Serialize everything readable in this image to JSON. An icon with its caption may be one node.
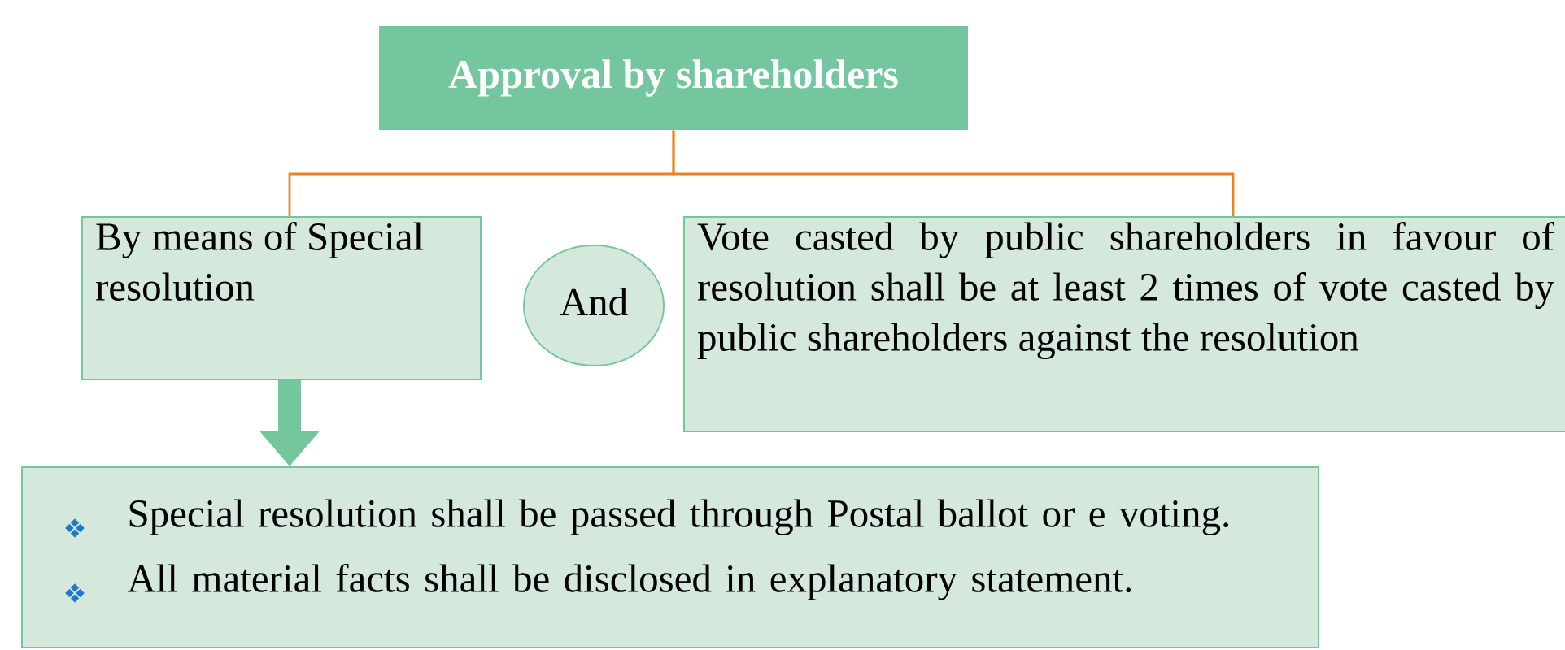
{
  "diagram": {
    "nodes": [
      {
        "text": [
          "Approval by shareholders"
        ]
      },
      {
        "text": [
          "By means of Special resolution"
        ]
      },
      {
        "text": [
          "And"
        ]
      },
      {
        "text": [
          "Vote casted by public shareholders in favour of resolution shall be at least 2 times of vote casted by public shareholders against the resolution"
        ]
      },
      {
        "text": [
          "Special resolution shall be passed through Postal ballot or e voting.",
          "All material facts shall be disclosed in explanatory statement."
        ]
      }
    ],
    "edges": [
      {
        "from": 0,
        "to": 1,
        "arrow": "none"
      },
      {
        "from": 0,
        "to": 3,
        "arrow": "none"
      },
      {
        "from": 1,
        "to": 4,
        "arrow": "to",
        "style": "thick",
        "color": "#74c69d"
      }
    ]
  }
}
